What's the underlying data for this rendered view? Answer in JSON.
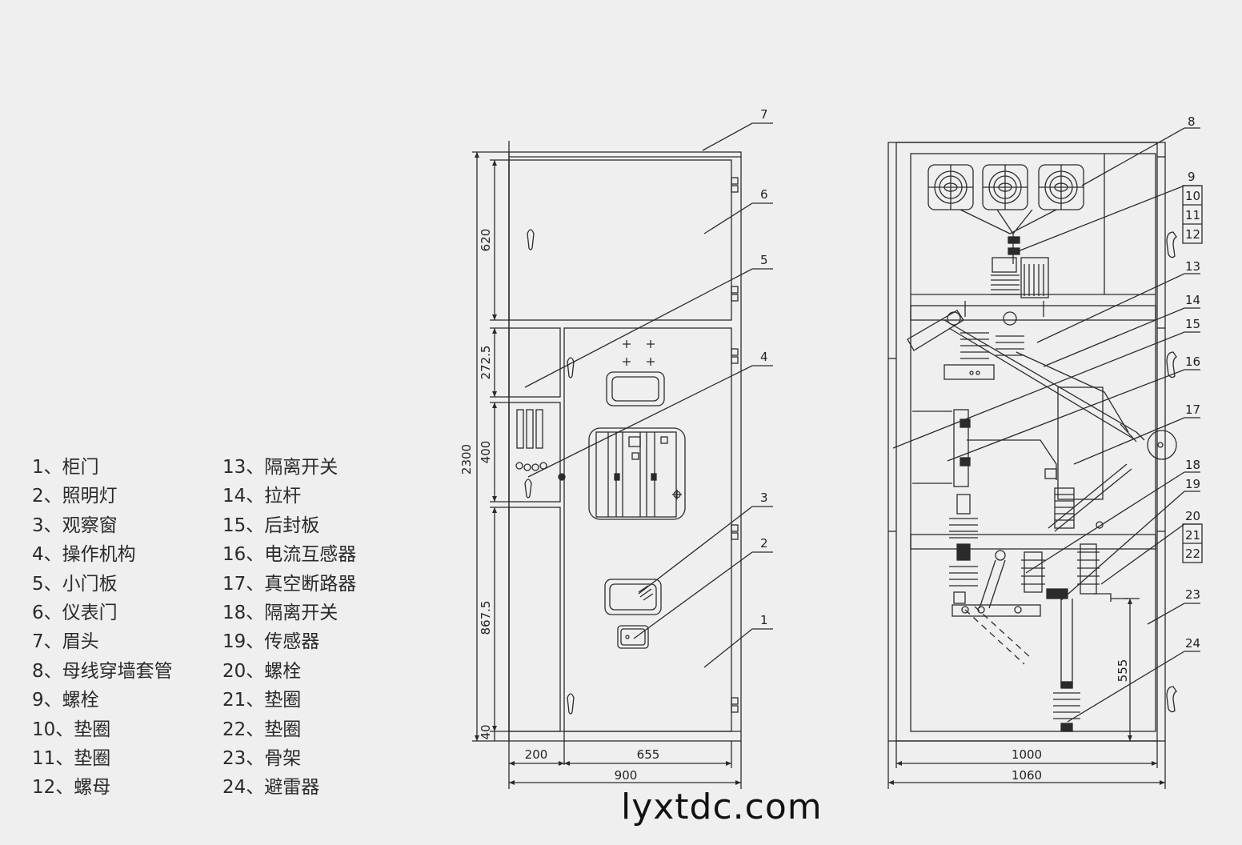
{
  "legend": [
    "1、柜门",
    "2、照明灯",
    "3、观察窗",
    "4、操作机构",
    "5、小门板",
    "6、仪表门",
    "7、眉头",
    "8、母线穿墙套管",
    "9、螺栓",
    "10、垫圈",
    "11、垫圈",
    "12、螺母",
    "13、隔离开关",
    "14、拉杆",
    "15、后封板",
    "16、电流互感器",
    "17、真空断路器",
    "18、隔离开关",
    "19、传感器",
    "20、螺栓",
    "21、垫圈",
    "22、垫圈",
    "23、骨架",
    "24、避雷器"
  ],
  "front_view": {
    "callouts": [
      "7",
      "6",
      "5",
      "4",
      "3",
      "2",
      "1"
    ],
    "dimensions": {
      "total_height": "2300",
      "top_section": "620",
      "small_door": "272.5",
      "mechanism": "400",
      "bottom_section": "867.5",
      "base": "40",
      "left_width": "200",
      "right_width": "655",
      "total_width": "900"
    }
  },
  "side_view": {
    "callouts": [
      "8",
      "9",
      "10",
      "11",
      "12",
      "13",
      "14",
      "15",
      "16",
      "17",
      "18",
      "19",
      "20",
      "21",
      "22",
      "23",
      "24"
    ],
    "dimensions": {
      "inner_width": "1000",
      "outer_width": "1060",
      "arrester_height": "555"
    }
  },
  "website": "lyxtdc.com",
  "colors": {
    "line": "#2b2b2b",
    "background": "#efefef"
  }
}
